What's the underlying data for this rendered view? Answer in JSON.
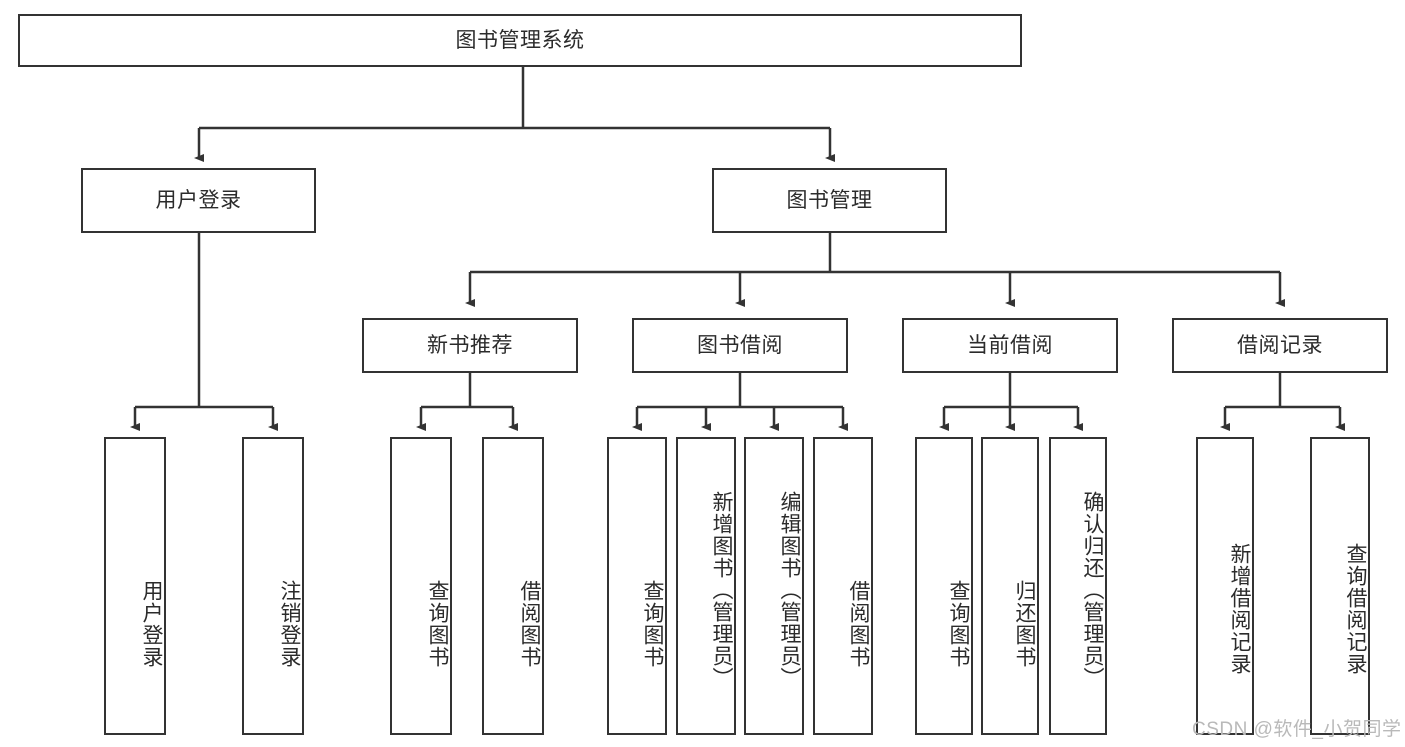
{
  "diagram": {
    "title": "图书管理系统",
    "type": "hierarchy-tree",
    "stroke_color": "#333333",
    "background_color": "#ffffff",
    "text_color": "#2b2b2b",
    "watermark": "CSDN @软件_小贺同学",
    "root": {
      "label": "图书管理系统"
    },
    "level1": [
      {
        "label": "用户登录"
      },
      {
        "label": "图书管理"
      }
    ],
    "level2": [
      {
        "label": "新书推荐"
      },
      {
        "label": "图书借阅"
      },
      {
        "label": "当前借阅"
      },
      {
        "label": "借阅记录"
      }
    ],
    "leaves": {
      "user_login": [
        {
          "label": "用户登录"
        },
        {
          "label": "注销登录"
        }
      ],
      "new_book_recommend": [
        {
          "label": "查询图书"
        },
        {
          "label": "借阅图书"
        }
      ],
      "book_borrow": [
        {
          "label": "查询图书"
        },
        {
          "label": "新增图书（管理员）"
        },
        {
          "label": "编辑图书（管理员）"
        },
        {
          "label": "借阅图书"
        }
      ],
      "current_borrow": [
        {
          "label": "查询图书"
        },
        {
          "label": "归还图书"
        },
        {
          "label": "确认归还（管理员）"
        }
      ],
      "borrow_record": [
        {
          "label": "新增借阅记录"
        },
        {
          "label": "查询借阅记录"
        }
      ]
    }
  }
}
